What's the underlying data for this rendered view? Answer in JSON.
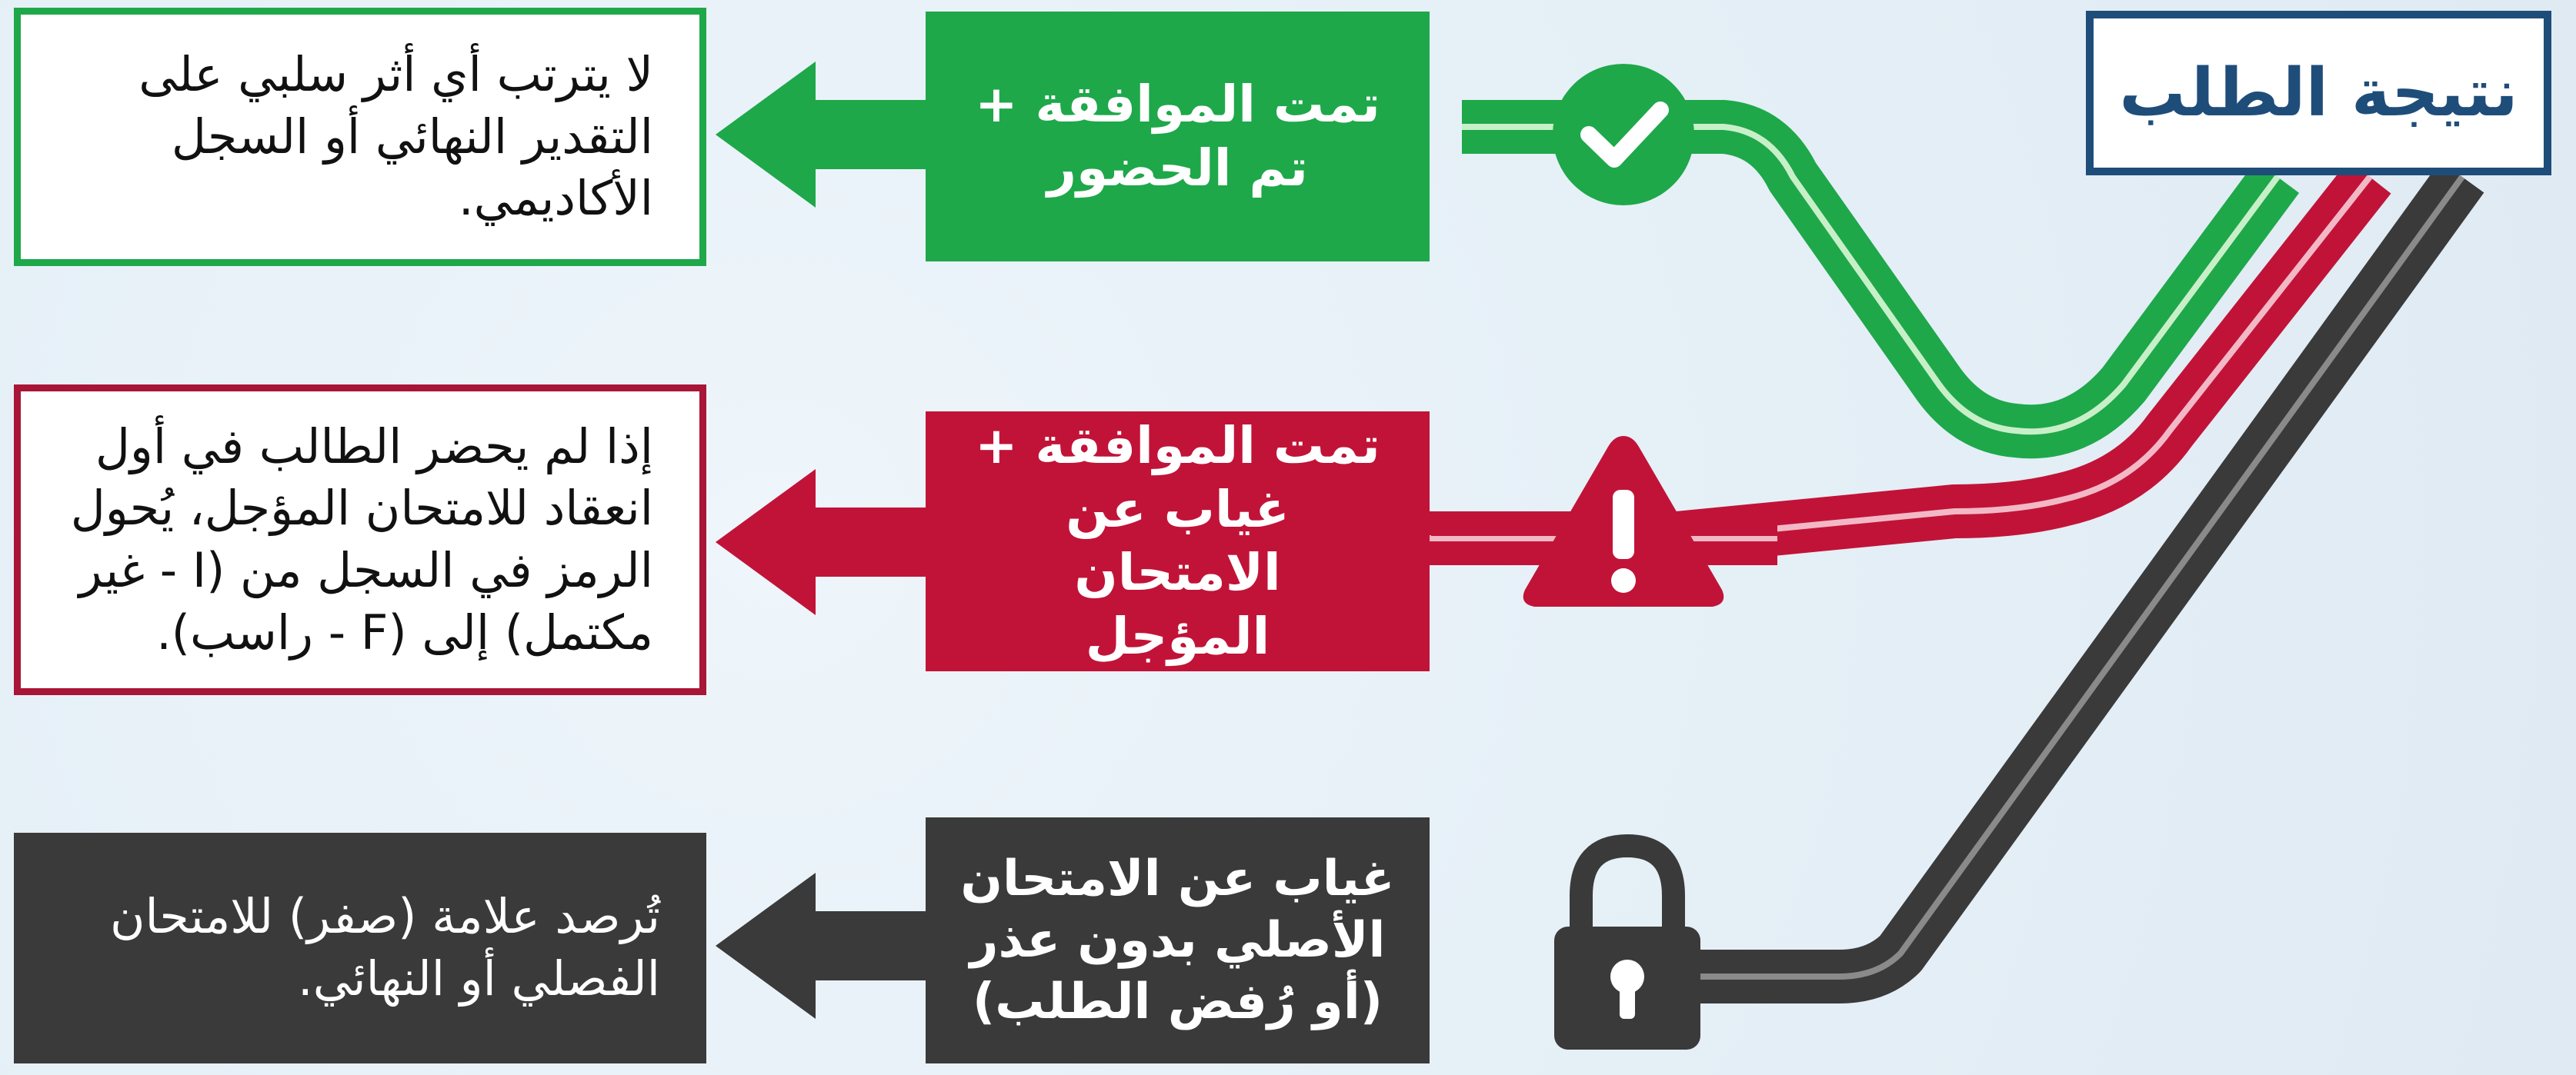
{
  "title": "نتيجة الطلب",
  "colors": {
    "green": "#1ea84a",
    "red": "#c11338",
    "dark": "#3a3a3a",
    "navy": "#1f4d7a"
  },
  "rows": [
    {
      "label": "تمت الموافقة +\nتم الحضور",
      "icon": "check-circle-icon",
      "description": "لا يترتب أي أثر سلبي على\nالتقدير النهائي أو السجل\nالأكاديمي."
    },
    {
      "label": "تمت الموافقة +\nغياب عن الامتحان\nالمؤجل",
      "icon": "warning-triangle-icon",
      "description": "إذا لم يحضر الطالب في أول\nانعقاد للامتحان المؤجل، يُحول\nالرمز في السجل من (I - غير\nمكتمل) إلى (F - راسب)."
    },
    {
      "label": "غياب عن الامتحان\nالأصلي بدون عذر\n(أو رُفض الطلب)",
      "icon": "padlock-icon",
      "description": "تُرصد علامة (صفر) للامتحان\nالفصلي أو النهائي."
    }
  ]
}
